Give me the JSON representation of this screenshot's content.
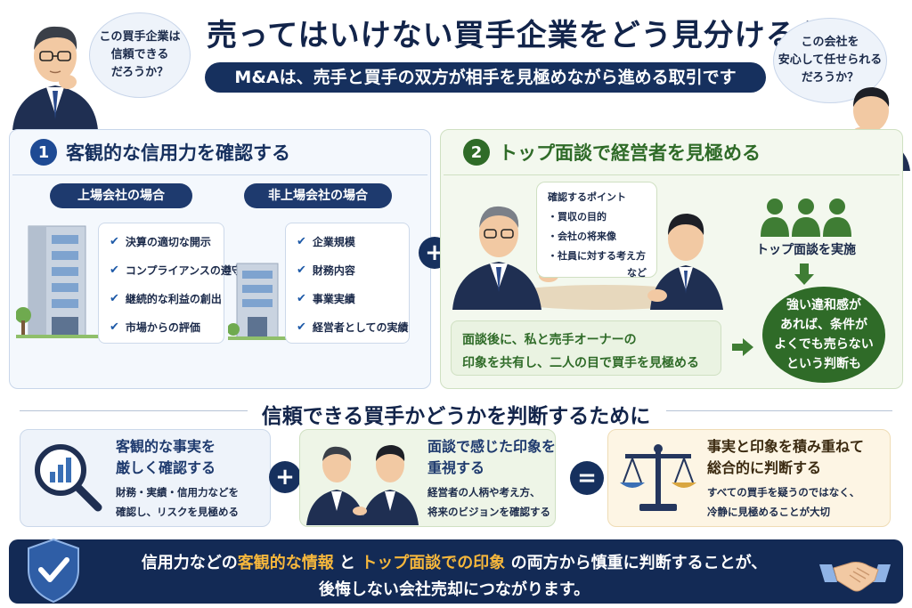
{
  "header": {
    "title": "売ってはいけない買手企業をどう見分けるか",
    "subtitle": "M&Aは、売手と買手の双方が相手を見極めながら進める取引です",
    "bubble_left": [
      "この買手企業は",
      "信頼できる",
      "だろうか？"
    ],
    "bubble_right": [
      "この会社を",
      "安心して任せられる",
      "だろうか？"
    ]
  },
  "section1": {
    "number": "1",
    "title": "客観的な信用力を確認する",
    "listed": {
      "label": "上場会社の場合",
      "items": [
        "決算の適切な開示",
        "コンプライアンスの遵守",
        "継続的な利益の創出",
        "市場からの評価"
      ]
    },
    "unlisted": {
      "label": "非上場会社の場合",
      "items": [
        "企業規模",
        "財務内容",
        "事業実績",
        "経営者としての実績"
      ]
    }
  },
  "plus_symbol": "+",
  "equals_symbol": "=",
  "section2": {
    "number": "2",
    "title": "トップ面談で経営者を見極める",
    "points_title": "確認するポイント",
    "points": [
      "買収の目的",
      "会社の将来像",
      "社員に対する考え方"
    ],
    "points_etc": "など",
    "meeting_label": "トップ面談を実施",
    "after_text": [
      "面談後に、私と売手オーナーの",
      "印象を共有し、二人の目で買手を見極める"
    ],
    "circle_text": [
      "強い違和感が",
      "あれば、条件が",
      "よくでも売らない",
      "という判断も"
    ]
  },
  "middle": {
    "title": "信頼できる買手かどうかを判断するために"
  },
  "boxes": [
    {
      "heading": [
        "客観的な事実を",
        "厳しく確認する"
      ],
      "body": [
        "財務・実績・信用力などを",
        "確認し、リスクを見極める"
      ]
    },
    {
      "heading": [
        "面談で感じた印象を",
        "重視する"
      ],
      "body": [
        "経営者の人柄や考え方、",
        "将来のビジョンを確認する"
      ]
    },
    {
      "heading": [
        "事実と印象を積み重ねて",
        "総合的に判断する"
      ],
      "body": [
        "すべての買手を疑うのではなく、",
        "冷静に見極めることが大切"
      ]
    }
  ],
  "banner": {
    "line1_a": "信用力などの",
    "line1_b": "客観的な情報",
    "line1_c": "と",
    "line1_d": "トップ面談での印象",
    "line1_e": "の両方から慎重に判断することが、",
    "line2": "後悔しない会社売却につながります。"
  },
  "colors": {
    "navy": "#16305e",
    "accent_green": "#2f6b28",
    "highlight": "#f6b73c",
    "check_blue": "#1e5aa8"
  }
}
